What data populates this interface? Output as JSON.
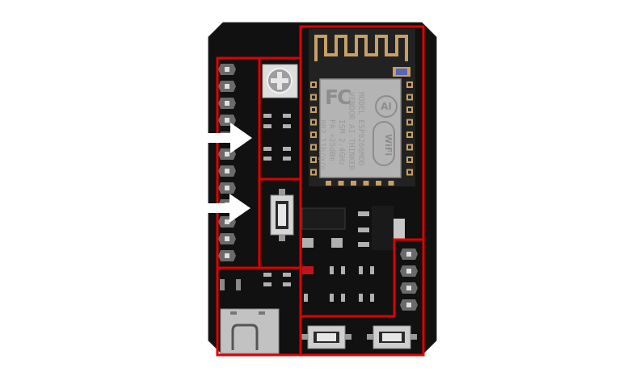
{
  "colors": {
    "board": "#111111",
    "board_edge": "#2b2b2b",
    "highlight": "#e00000",
    "arrow": "#ffffff",
    "antenna": "#c8a063",
    "pad_gold": "#c8a063",
    "module_shield": "#b4b4b4",
    "header_pin": "#6a6a6a",
    "smd_part": "#b0b0b0",
    "usb_metal": "#c2c2c2",
    "button_cap": "#d9d9d9",
    "red_led": "#c0161b"
  },
  "module": {
    "fc_mark": "FC",
    "wifi_logo": "WiFi",
    "ai_logo": "AI",
    "text_line_1": "MODEL ESP8266MOD",
    "text_line_2": "VENDOR AI-THINKER",
    "text_line_3": "ISM 2.4GHz",
    "text_line_4": "PA +25dBm",
    "text_line_5": "802.11b/g/n"
  },
  "icons": {
    "left_arrow_top": "arrow-right-icon",
    "left_arrow_bottom": "arrow-right-icon",
    "potentiometer": "potentiometer-icon",
    "usb": "usb-c-port-icon"
  }
}
